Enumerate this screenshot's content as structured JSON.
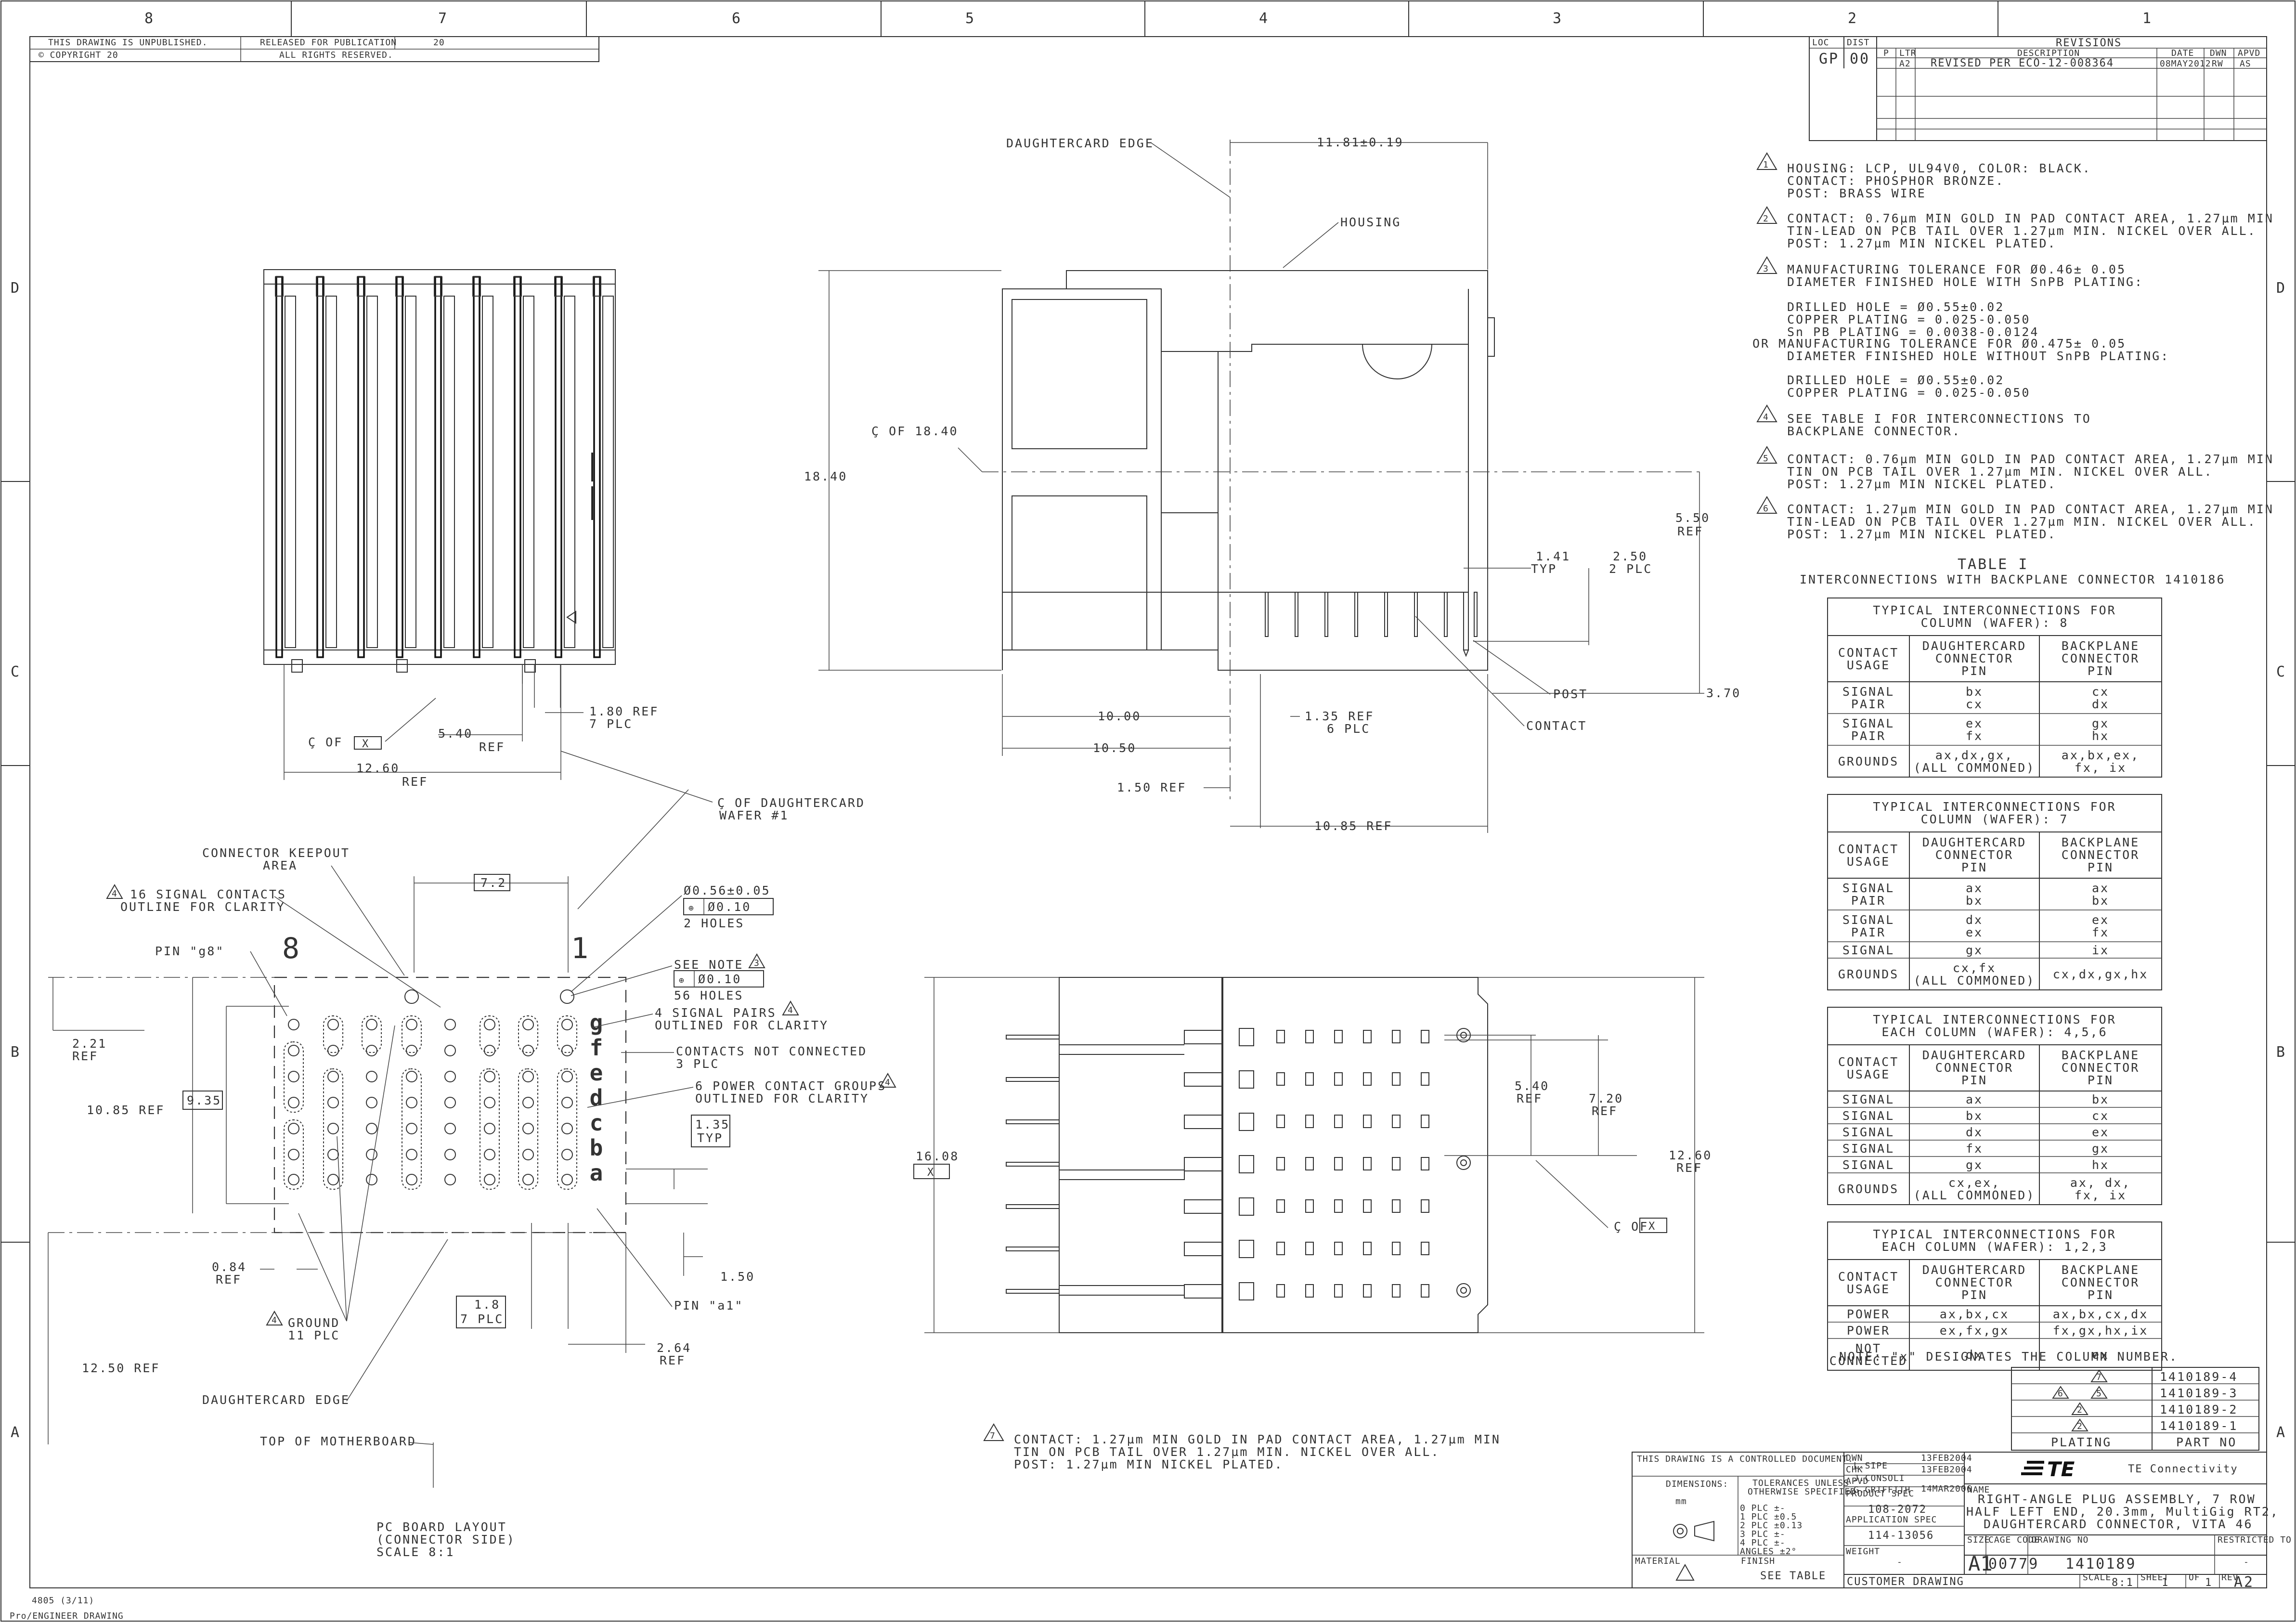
{
  "border": {
    "zones_top": [
      "8",
      "7",
      "6",
      "5",
      "4",
      "3",
      "2",
      "1"
    ],
    "zones_side": [
      "D",
      "C",
      "B",
      "A"
    ],
    "header_left": [
      "THIS DRAWING IS UNPUBLISHED.",
      "RELEASED FOR PUBLICATION",
      "20"
    ],
    "header_left2": [
      "© COPYRIGHT 20",
      "ALL RIGHTS RESERVED."
    ],
    "footer_left": [
      "4805 (3/11)",
      "Pro/ENGINEER DRAWING"
    ]
  },
  "revisions": {
    "loc_label": "LOC",
    "loc_value": "GP",
    "dist_label": "DIST",
    "dist_value": "00",
    "title": "REVISIONS",
    "col_p": "P",
    "col_ltr": "LTR",
    "col_desc": "DESCRIPTION",
    "col_date": "DATE",
    "col_dwn": "DWN",
    "col_apvd": "APVD",
    "rows": [
      {
        "ltr": "A2",
        "desc": "REVISED PER ECO-12-008364",
        "date": "08MAY2012",
        "dwn": "RW",
        "apvd": "AS"
      }
    ]
  },
  "notes": {
    "n1": {
      "num": "1",
      "lines": [
        "HOUSING: LCP, UL94V0, COLOR: BLACK.",
        "CONTACT: PHOSPHOR BRONZE.",
        "POST: BRASS WIRE"
      ]
    },
    "n2": {
      "num": "2",
      "lines": [
        "CONTACT: 0.76µm MIN GOLD IN PAD CONTACT AREA, 1.27µm MIN",
        "TIN-LEAD ON PCB TAIL OVER 1.27µm MIN. NICKEL OVER ALL.",
        "POST: 1.27µm MIN NICKEL PLATED."
      ]
    },
    "n3": {
      "num": "3",
      "lines": [
        "MANUFACTURING TOLERANCE FOR Ø0.46± 0.05",
        "DIAMETER FINISHED HOLE WITH SnPB PLATING:",
        "",
        "DRILLED HOLE = Ø0.55±0.02",
        "COPPER PLATING = 0.025-0.050",
        "Sn PB PLATING = 0.0038-0.0124"
      ]
    },
    "n3b": {
      "lines": [
        "OR MANUFACTURING TOLERANCE FOR Ø0.475± 0.05",
        "DIAMETER FINISHED HOLE WITHOUT SnPB PLATING:",
        "",
        "DRILLED HOLE = Ø0.55±0.02",
        "COPPER PLATING = 0.025-0.050"
      ]
    },
    "n4": {
      "num": "4",
      "lines": [
        "SEE TABLE I FOR INTERCONNECTIONS TO",
        "BACKPLANE CONNECTOR."
      ]
    },
    "n5": {
      "num": "5",
      "lines": [
        "CONTACT: 0.76µm MIN GOLD IN PAD CONTACT AREA, 1.27µm MIN",
        "TIN ON PCB TAIL OVER 1.27µm MIN. NICKEL OVER ALL.",
        "POST: 1.27µm MIN NICKEL PLATED."
      ]
    },
    "n6": {
      "num": "6",
      "lines": [
        "CONTACT: 1.27µm MIN GOLD IN PAD CONTACT AREA, 1.27µm MIN",
        "TIN-LEAD ON PCB TAIL OVER 1.27µm MIN. NICKEL OVER ALL.",
        "POST: 1.27µm MIN NICKEL PLATED."
      ]
    },
    "n7": {
      "num": "7",
      "lines": [
        "CONTACT: 1.27µm MIN GOLD IN PAD CONTACT AREA, 1.27µm MIN",
        "TIN ON PCB TAIL OVER 1.27µm MIN. NICKEL OVER ALL.",
        "POST: 1.27µm MIN NICKEL PLATED."
      ]
    }
  },
  "table1": {
    "title": "TABLE I",
    "subtitle": "INTERCONNECTIONS WITH BACKPLANE CONNECTOR 1410186",
    "head_usage": [
      "CONTACT",
      "USAGE"
    ],
    "head_dc": [
      "DAUGHTERCARD",
      "CONNECTOR",
      "PIN"
    ],
    "head_bp": [
      "BACKPLANE",
      "CONNECTOR",
      "PIN"
    ],
    "blocks": [
      {
        "title": [
          "TYPICAL INTERCONNECTIONS FOR",
          "COLUMN (WAFER): 8"
        ],
        "rows": [
          {
            "usage": [
              "SIGNAL",
              "PAIR"
            ],
            "dc": [
              "bx",
              "cx"
            ],
            "bp": [
              "cx",
              "dx"
            ]
          },
          {
            "usage": [
              "SIGNAL",
              "PAIR"
            ],
            "dc": [
              "ex",
              "fx"
            ],
            "bp": [
              "gx",
              "hx"
            ]
          },
          {
            "usage": [
              "GROUNDS"
            ],
            "dc": [
              "ax,dx,gx,",
              "(ALL COMMONED)"
            ],
            "bp": [
              "ax,bx,ex,",
              "fx, ix"
            ]
          }
        ]
      },
      {
        "title": [
          "TYPICAL INTERCONNECTIONS FOR",
          "COLUMN (WAFER): 7"
        ],
        "rows": [
          {
            "usage": [
              "SIGNAL",
              "PAIR"
            ],
            "dc": [
              "ax",
              "bx"
            ],
            "bp": [
              "ax",
              "bx"
            ]
          },
          {
            "usage": [
              "SIGNAL",
              "PAIR"
            ],
            "dc": [
              "dx",
              "ex"
            ],
            "bp": [
              "ex",
              "fx"
            ]
          },
          {
            "usage": [
              "SIGNAL"
            ],
            "dc": [
              "gx"
            ],
            "bp": [
              "ix"
            ]
          },
          {
            "usage": [
              "GROUNDS"
            ],
            "dc": [
              "cx,fx",
              "(ALL COMMONED)"
            ],
            "bp": [
              "cx,dx,gx,hx"
            ]
          }
        ]
      },
      {
        "title": [
          "TYPICAL INTERCONNECTIONS FOR",
          "EACH COLUMN (WAFER): 4,5,6"
        ],
        "rows": [
          {
            "usage": [
              "SIGNAL"
            ],
            "dc": [
              "ax"
            ],
            "bp": [
              "bx"
            ]
          },
          {
            "usage": [
              "SIGNAL"
            ],
            "dc": [
              "bx"
            ],
            "bp": [
              "cx"
            ]
          },
          {
            "usage": [
              "SIGNAL"
            ],
            "dc": [
              "dx"
            ],
            "bp": [
              "ex"
            ]
          },
          {
            "usage": [
              "SIGNAL"
            ],
            "dc": [
              "fx"
            ],
            "bp": [
              "gx"
            ]
          },
          {
            "usage": [
              "SIGNAL"
            ],
            "dc": [
              "gx"
            ],
            "bp": [
              "hx"
            ]
          },
          {
            "usage": [
              "GROUNDS"
            ],
            "dc": [
              "cx,ex,",
              "(ALL COMMONED)"
            ],
            "bp": [
              "ax, dx,",
              "fx, ix"
            ]
          }
        ]
      },
      {
        "title": [
          "TYPICAL INTERCONNECTIONS FOR",
          "EACH COLUMN (WAFER): 1,2,3"
        ],
        "rows": [
          {
            "usage": [
              "POWER"
            ],
            "dc": [
              "ax,bx,cx"
            ],
            "bp": [
              "ax,bx,cx,dx"
            ]
          },
          {
            "usage": [
              "POWER"
            ],
            "dc": [
              "ex,fx,gx"
            ],
            "bp": [
              "fx,gx,hx,ix"
            ]
          },
          {
            "usage": [
              "NOT",
              "CONNECTED"
            ],
            "dc": [
              "dx"
            ],
            "bp": [
              "ex"
            ]
          }
        ]
      }
    ],
    "note": "NOTE: \"x\" DESIGNATES THE COLUMN NUMBER."
  },
  "plating_table": {
    "rows": [
      {
        "notes": [
          "7"
        ],
        "part": "1410189-4"
      },
      {
        "notes": [
          "6",
          "5"
        ],
        "part": "1410189-3"
      },
      {
        "notes": [
          "2"
        ],
        "part": "1410189-2"
      },
      {
        "notes": [
          "2"
        ],
        "part": "1410189-1"
      }
    ],
    "head_plating": "PLATING",
    "head_part": "PART NO"
  },
  "title_block": {
    "controlled": "THIS DRAWING IS A CONTROLLED DOCUMENT.",
    "dimensions_label": "DIMENSIONS:",
    "dimensions_unit": "mm",
    "tolerances": [
      "TOLERANCES UNLESS",
      "OTHERWISE SPECIFIED:"
    ],
    "tol_rows": [
      "0 PLC ±-",
      "1 PLC ±0.5",
      "2 PLC ±0.13",
      "3 PLC ±-",
      "4 PLC ±-",
      "ANGLES ±2°"
    ],
    "material_label": "MATERIAL",
    "finish_label": "FINISH",
    "finish_value": "SEE TABLE",
    "dwn_label": "DWN",
    "dwn_name": "L.SIPE",
    "dwn_date": "13FEB2004",
    "chk_label": "CHK",
    "chk_name": "J.CONSOLI",
    "chk_date": "13FEB2004",
    "apvd_label": "APVD",
    "apvd_name": "G.GRIFFITH",
    "apvd_date": "14MAR2006",
    "product_spec_label": "PRODUCT SPEC",
    "product_spec": "108-2072",
    "app_spec_label": "APPLICATION SPEC",
    "app_spec": "114-13056",
    "weight_label": "WEIGHT",
    "weight": "-",
    "company": "TE Connectivity",
    "name_label": "NAME",
    "name": [
      "RIGHT-ANGLE PLUG ASSEMBLY, 7 ROW",
      "HALF LEFT END, 20.3mm, MultiGig RT2,",
      "DAUGHTERCARD CONNECTOR, VITA 46"
    ],
    "size_label": "SIZE",
    "size": "A1",
    "cage_label": "CAGE CODE",
    "cage": "00779",
    "dwg_label": "DRAWING NO",
    "dwg": "1410189",
    "restricted_label": "RESTRICTED TO",
    "restricted": "-",
    "customer": "CUSTOMER DRAWING",
    "scale_label": "SCALE",
    "scale": "8:1",
    "sheet_label": "SHEET",
    "sheet": "1",
    "of_label": "OF",
    "of": "1",
    "rev_label": "REV",
    "rev": "A2"
  },
  "front_view": {
    "dims": [
      "18.40",
      "Ç OF 18.40",
      "11.81±0.19",
      "DAUGHTERCARD EDGE",
      "HOUSING",
      "5.50",
      "REF",
      "1.41",
      "TYP",
      "2.50",
      "2 PLC",
      "3.70",
      "POST",
      "CONTACT",
      "10.00",
      "10.50",
      "1.50 REF",
      "1.35 REF",
      "6 PLC",
      "10.85 REF"
    ]
  },
  "side_view": {
    "dims": [
      "1.80 REF",
      "7 PLC",
      "5.40",
      "REF",
      "Ç OF",
      "X",
      "12.60",
      "REF",
      "Ç OF DAUGHTERCARD",
      "WAFER #1"
    ]
  },
  "pcb_layout": {
    "labels": [
      "CONNECTOR KEEPOUT",
      "AREA",
      "16 SIGNAL CONTACTS",
      "OUTLINE FOR CLARITY",
      "PIN \"g8\"",
      "8",
      "1",
      "7.2",
      "Ø0.56±0.05",
      "Ø0.10",
      "2 HOLES",
      "SEE NOTE",
      "Ø0.10",
      "56 HOLES",
      "4 SIGNAL PAIRS",
      "OUTLINED FOR CLARITY",
      "CONTACTS NOT CONNECTED",
      "3 PLC",
      "6 POWER CONTACT GROUPS",
      "OUTLINED FOR CLARITY",
      "1.35",
      "TYP",
      "2.21",
      "REF",
      "9.35",
      "10.85 REF",
      "0.84",
      "REF",
      "GROUND",
      "11 PLC",
      "1.8",
      "7 PLC",
      "PIN \"a1\"",
      "1.50",
      "2.64",
      "REF",
      "12.50 REF",
      "DAUGHTERCARD EDGE",
      "TOP OF MOTHERBOARD",
      "PC BOARD LAYOUT",
      "(CONNECTOR SIDE)",
      "SCALE  8:1"
    ],
    "row_letters": [
      "g",
      "f",
      "e",
      "d",
      "c",
      "b",
      "a"
    ]
  },
  "bottom_view": {
    "dims": [
      "16.08",
      "X",
      "5.40",
      "REF",
      "7.20",
      "REF",
      "12.60",
      "REF",
      "Ç OF",
      "X"
    ]
  }
}
